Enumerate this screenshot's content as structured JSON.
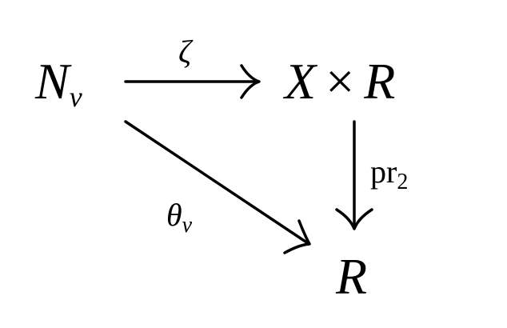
{
  "diagram": {
    "nodes": {
      "source": {
        "main": "N",
        "sub": "v"
      },
      "product": {
        "left": "X",
        "op": "×",
        "right": "R"
      },
      "target": {
        "main": "R"
      }
    },
    "arrows": {
      "top": {
        "label": "ζ"
      },
      "right": {
        "label_main": "pr",
        "label_sub": "2"
      },
      "diagonal": {
        "label_main": "θ",
        "label_sub": "v"
      }
    }
  }
}
